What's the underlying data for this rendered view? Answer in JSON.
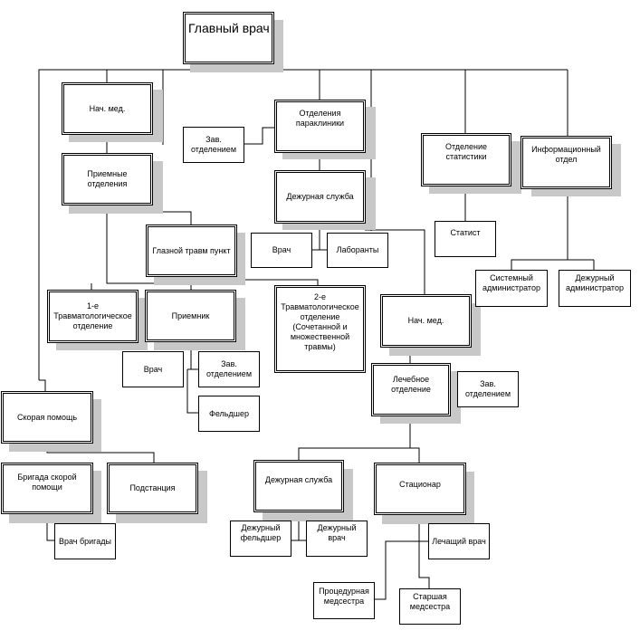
{
  "chart_data": {
    "type": "org-chart",
    "nodes": {
      "chief": "Главный врач",
      "nach_med_1": "Нач. мед.",
      "priemnye": "Приемные отделения",
      "zav_1": "Зав. отделением",
      "paraklinika": "Отделения параклиники",
      "dezhurnaya_1": "Дежурная служба",
      "vrach_1": "Врач",
      "laboranty": "Лаборанты",
      "statistika": "Отделение статистики",
      "statist": "Статист",
      "info_otdel": "Информационный отдел",
      "sys_admin": "Системный администратор",
      "duty_admin": "Дежурный администратор",
      "glaznoy": "Глазной травм пункт",
      "travm_1": "1-е Травматологическое отделение",
      "priemnik": "Приемник",
      "travm_2": "2-е Травматологическое отделение (Сочетанной и множественной травмы)",
      "nach_med_2": "Нач. мед.",
      "vrach_2": "Врач",
      "zav_2": "Зав. отделением",
      "feldsher": "Фельдшер",
      "lechebnoe": "Лечебное отделение",
      "zav_3": "Зав. отделением",
      "skoraya": "Скорая помощь",
      "brigada": "Бригада скорой помощи",
      "podstanciya": "Подстанция",
      "vrach_brigady": "Врач бригады",
      "dezhurnaya_2": "Дежурная служба",
      "statsionar": "Стационар",
      "duty_feldsher": "Дежурный фельдшер",
      "duty_vrach": "Дежурный врач",
      "lech_vrach": "Лечащий врач",
      "procedurnaya": "Процедурная медсестра",
      "starshaya": "Старшая медсестра"
    }
  }
}
